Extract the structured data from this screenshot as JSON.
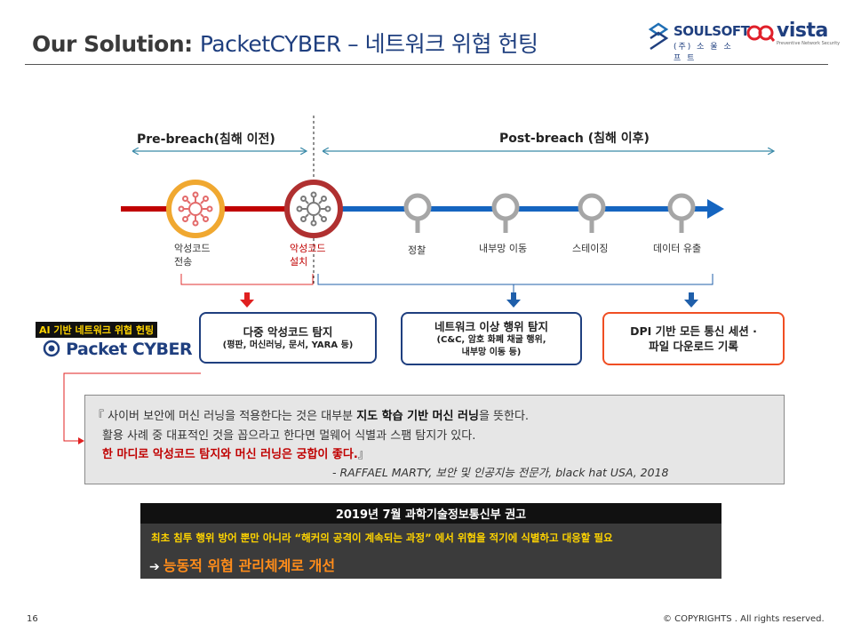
{
  "slide": {
    "title_prefix": "Our Solution: ",
    "title_accent": "PacketCYBER – 네트워크 위협 헌팅",
    "logos": {
      "soulsoft_name": "SOULSOFT",
      "soulsoft_sub": "(주) 소 울 소 프 트",
      "vista_name": "vista",
      "vista_sub": "Preventive Network Security"
    }
  },
  "timeline": {
    "pre_breach": "Pre-breach(침해 이전)",
    "post_breach": "Post-breach (침해 이후)",
    "stages": [
      {
        "label": "악성코드\n전송",
        "icon": "virus-icon",
        "highlight": false
      },
      {
        "label": "악성코드\n설치",
        "icon": "virus-icon",
        "highlight": true
      },
      {
        "label": "정찰",
        "icon": "pin-icon",
        "highlight": false
      },
      {
        "label": "내부망 이동",
        "icon": "pin-icon",
        "highlight": false
      },
      {
        "label": "스테이징",
        "icon": "pin-icon",
        "highlight": false
      },
      {
        "label": "데이터 유출",
        "icon": "pin-icon",
        "highlight": false
      }
    ],
    "colors": {
      "pre": "#c00000",
      "post": "#1565c0",
      "ring": "#f0a830",
      "ring_red": "#b03030",
      "pin": "#a6a6a6"
    }
  },
  "capabilities": {
    "detect_malware_title": "다중 악성코드 탐지",
    "detect_malware_sub": "(평판, 머신러닝, 문서, YARA 등)",
    "anomaly_title": "네트워크 이상 행위 탐지",
    "anomaly_sub1": "(C&C, 암호 화폐 채굴 행위,",
    "anomaly_sub2": "내부망 이동 등)",
    "dpi_title1": "DPI 기반 모든 통신 세션 ·",
    "dpi_title2": "파일 다운로드 기록"
  },
  "product": {
    "badge": "AI 기반 네트워크 위협 헌팅",
    "logo_text": "Packet CYBER"
  },
  "quote": {
    "line1_pre": "『 사이버 보안에 머신 러닝을 적용한다는 것은 대부분 ",
    "line1_bold": "지도 학습 기반 머신 러닝",
    "line1_post": "을 뜻한다.",
    "line2": "활용 사례 중 대표적인 것을 꼽으라고 한다면 멀웨어 식별과 스팸 탐지가 있다.",
    "line3": "한 마디로 악성코드 탐지와 머신 러닝은 궁합이 좋다.",
    "line3_end": "』",
    "attribution": "- RAFFAEL MARTY, 보안 및 인공지능 전문가, black hat USA, 2018"
  },
  "recommendation": {
    "header": "2019년 7월 과학기술정보통신부 권고",
    "line1": "최초 침투 행위 방어 뿐만 아니라 “해커의 공격이 계속되는 과정” 에서 위협을 적기에 식별하고 대응할 필요",
    "arrow": "➔",
    "line2": "능동적 위협 관리체계로 개선"
  },
  "footer": {
    "page": "16",
    "copyright": "© COPYRIGHTS  . All rights reserved."
  }
}
